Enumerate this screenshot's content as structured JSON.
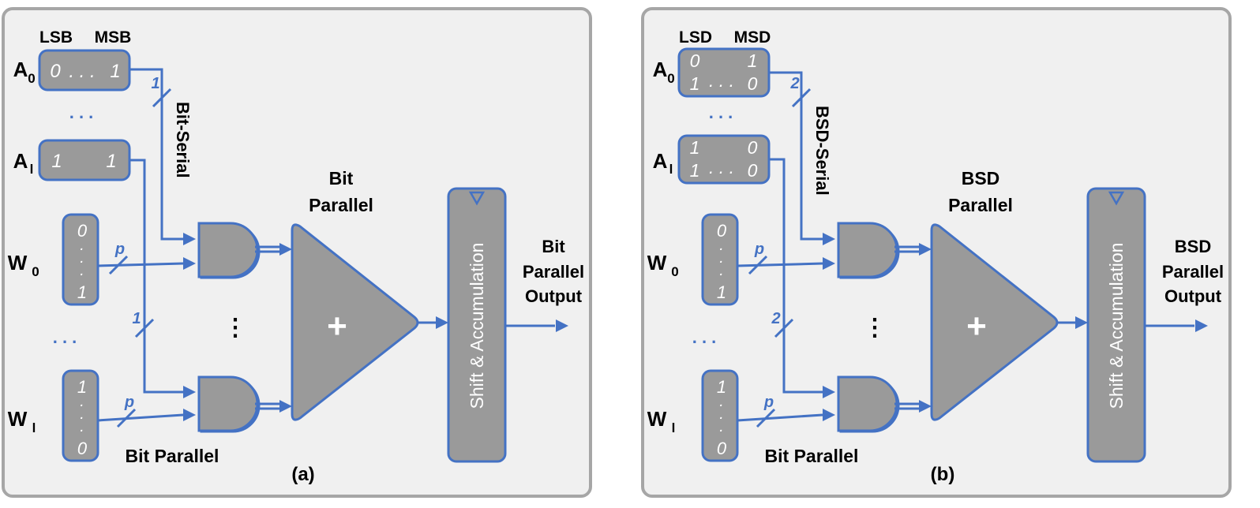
{
  "panel_a": {
    "header_lsb": "LSB",
    "header_msb": "MSB",
    "a0": {
      "name": "A",
      "sub": "0",
      "bits_row1": [
        "0",
        ". . .",
        "1"
      ]
    },
    "al": {
      "name": "A",
      "sub": "l",
      "bits_row1": [
        "1",
        "",
        "1"
      ]
    },
    "w0": {
      "name": "W",
      "sub": "0",
      "bits": [
        "0",
        ".",
        ".",
        ".",
        "1"
      ]
    },
    "wl": {
      "name": "W",
      "sub": "l",
      "bits": [
        "1",
        ".",
        ".",
        ".",
        "0"
      ]
    },
    "serial_label": "Bit-Serial",
    "serial_width_top": "1",
    "serial_width_mid": "1",
    "parallel_width_w0": "p",
    "parallel_width_wl": "p",
    "adder_title_line1": "Bit",
    "adder_title_line2": "Parallel",
    "adder_symbol": "+",
    "accumulator_label": "Shift & Accumulation",
    "output_line1": "Bit",
    "output_line2": "Parallel",
    "output_line3": "Output",
    "weight_bus_label": "Bit Parallel",
    "caption": "(a)",
    "vdots": "⋮",
    "hdots": ". . ."
  },
  "panel_b": {
    "header_lsb": "LSD",
    "header_msb": "MSD",
    "a0": {
      "name": "A",
      "sub": "0",
      "bits_row1": [
        "0",
        "",
        "1"
      ],
      "bits_row2": [
        "1",
        ". . .",
        "0"
      ]
    },
    "al": {
      "name": "A",
      "sub": "l",
      "bits_row1": [
        "1",
        "",
        "0"
      ],
      "bits_row2": [
        "1",
        ". . .",
        "0"
      ]
    },
    "w0": {
      "name": "W",
      "sub": "0",
      "bits": [
        "0",
        ".",
        ".",
        ".",
        "1"
      ]
    },
    "wl": {
      "name": "W",
      "sub": "l",
      "bits": [
        "1",
        ".",
        ".",
        ".",
        "0"
      ]
    },
    "serial_label": "BSD-Serial",
    "serial_width_top": "2",
    "serial_width_mid": "2",
    "parallel_width_w0": "p",
    "parallel_width_wl": "p",
    "adder_title_line1": "BSD",
    "adder_title_line2": "Parallel",
    "adder_symbol": "+",
    "accumulator_label": "Shift & Accumulation",
    "output_line1": "BSD",
    "output_line2": "Parallel",
    "output_line3": "Output",
    "weight_bus_label": "Bit Parallel",
    "caption": "(b)",
    "vdots": "⋮",
    "hdots": ". . ."
  }
}
